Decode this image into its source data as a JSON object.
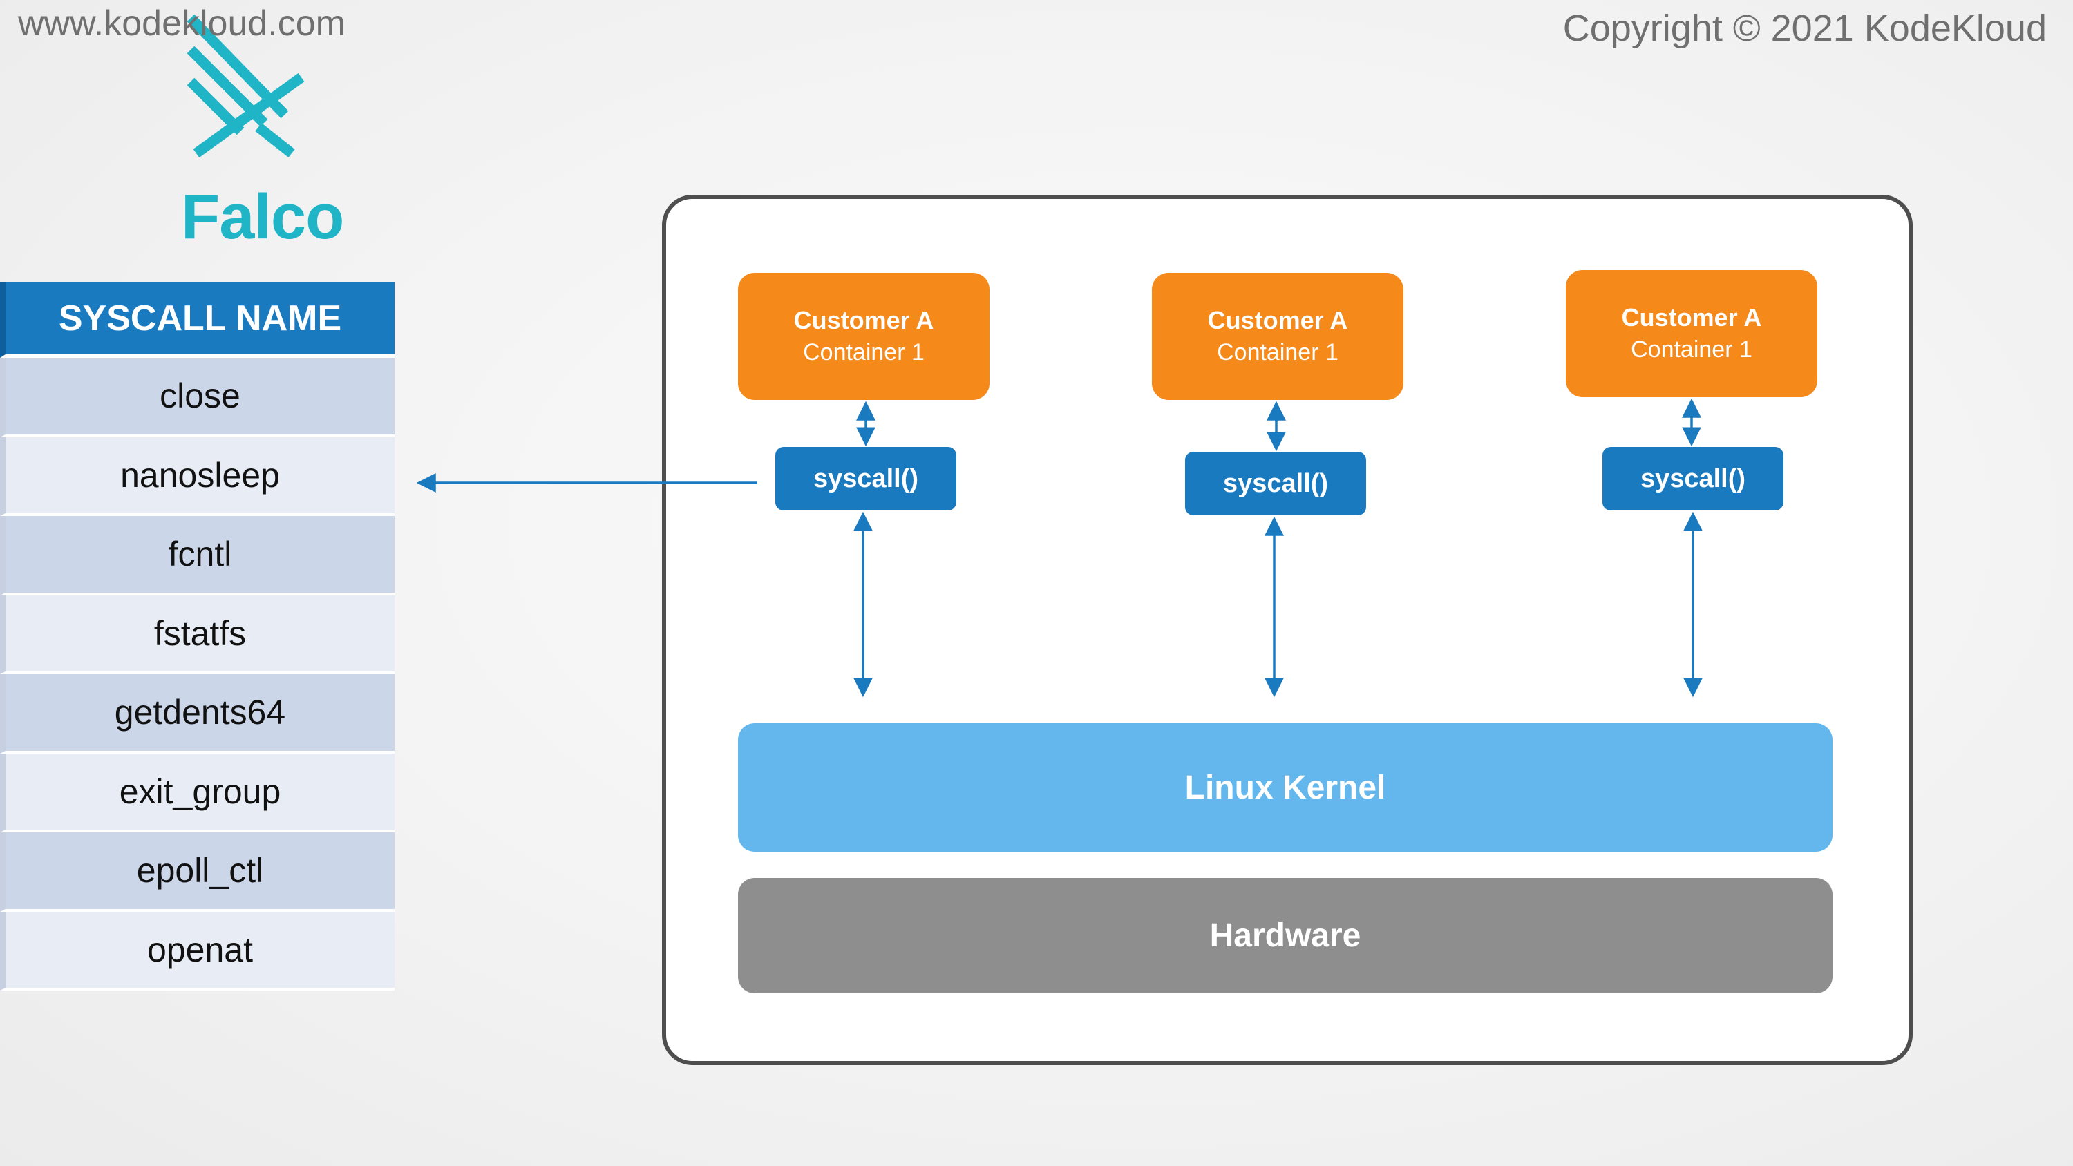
{
  "header": {
    "site_url": "www.kodekloud.com",
    "copyright": "Copyright © 2021 KodeKloud"
  },
  "logo": {
    "icon": "falco-logo-icon",
    "text": "Falco",
    "color": "#1fb5c6"
  },
  "syscall_table": {
    "header": "SYSCALL NAME",
    "rows": [
      "close",
      "nanosleep",
      "fcntl",
      "fstatfs",
      "getdents64",
      "exit_group",
      "epoll_ctl",
      "openat"
    ]
  },
  "diagram": {
    "containers": [
      {
        "title": "Customer A",
        "subtitle": "Container 1"
      },
      {
        "title": "Customer A",
        "subtitle": "Container 1"
      },
      {
        "title": "Customer A",
        "subtitle": "Container 1"
      }
    ],
    "syscall_label": "syscall()",
    "kernel_label": "Linux Kernel",
    "hardware_label": "Hardware"
  },
  "colors": {
    "container": "#f5891a",
    "syscall": "#1a7ac0",
    "kernel": "#63b7ec",
    "hardware": "#8e8e8e",
    "table_header": "#1a7ac0",
    "arrow": "#1a7ac0"
  }
}
